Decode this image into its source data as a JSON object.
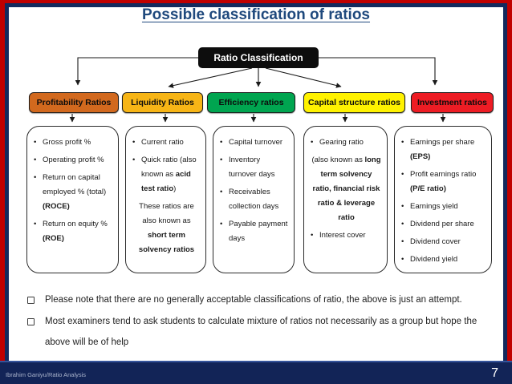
{
  "slide": {
    "title": "Possible classification of ratios",
    "root_node": "Ratio Classification",
    "categories": [
      {
        "label": "Profitability Ratios",
        "color": "#D2691E"
      },
      {
        "label": "Liquidity Ratios",
        "color": "#F7B516"
      },
      {
        "label": "Efficiency ratios",
        "color": "#00A550"
      },
      {
        "label": "Capital structure ratios",
        "color": "#FFF200"
      },
      {
        "label": "Investment ratios",
        "color": "#ED1C24"
      }
    ],
    "cards": [
      {
        "name": "profitability",
        "items": [
          {
            "bullet": true,
            "segments": [
              {
                "t": "Gross profit %"
              }
            ]
          },
          {
            "bullet": true,
            "segments": [
              {
                "t": "Operating profit %"
              }
            ]
          },
          {
            "bullet": true,
            "segments": [
              {
                "t": "Return on capital employed % (total) "
              },
              {
                "t": "(ROCE)",
                "b": true
              }
            ]
          },
          {
            "bullet": true,
            "segments": [
              {
                "t": "Return on equity % "
              },
              {
                "t": "(ROE)",
                "b": true
              }
            ]
          }
        ]
      },
      {
        "name": "liquidity",
        "items": [
          {
            "bullet": true,
            "segments": [
              {
                "t": "Current ratio"
              }
            ]
          },
          {
            "bullet": true,
            "segments": [
              {
                "t": "Quick ratio (also known as "
              },
              {
                "t": "acid test ratio",
                "b": true
              },
              {
                "t": ")"
              }
            ]
          },
          {
            "bullet": false,
            "align": "center",
            "segments": [
              {
                "t": "These ratios are also known as "
              },
              {
                "t": "short term solvency ratios",
                "b": true
              }
            ]
          }
        ]
      },
      {
        "name": "efficiency",
        "items": [
          {
            "bullet": true,
            "segments": [
              {
                "t": "Capital turnover"
              }
            ]
          },
          {
            "bullet": true,
            "segments": [
              {
                "t": "Inventory turnover days"
              }
            ]
          },
          {
            "bullet": true,
            "segments": [
              {
                "t": "Receivables collection days"
              }
            ]
          },
          {
            "bullet": true,
            "segments": [
              {
                "t": "Payable payment days"
              }
            ]
          }
        ]
      },
      {
        "name": "capital-structure",
        "items": [
          {
            "bullet": true,
            "segments": [
              {
                "t": "Gearing ratio"
              }
            ]
          },
          {
            "bullet": false,
            "align": "center",
            "segments": [
              {
                "t": "(also known as "
              },
              {
                "t": "long term solvency ratio, financial risk ratio & leverage ratio",
                "b": true
              }
            ]
          },
          {
            "bullet": true,
            "segments": [
              {
                "t": "Interest cover"
              }
            ]
          }
        ]
      },
      {
        "name": "investment",
        "items": [
          {
            "bullet": true,
            "segments": [
              {
                "t": "Earnings per share "
              },
              {
                "t": "(EPS)",
                "b": true
              }
            ]
          },
          {
            "bullet": true,
            "segments": [
              {
                "t": "Profit earnings ratio "
              },
              {
                "t": "(P/E ratio)",
                "b": true
              }
            ]
          },
          {
            "bullet": true,
            "segments": [
              {
                "t": "Earnings yield"
              }
            ]
          },
          {
            "bullet": true,
            "segments": [
              {
                "t": "Dividend per share"
              }
            ]
          },
          {
            "bullet": true,
            "segments": [
              {
                "t": "Dividend cover"
              }
            ]
          },
          {
            "bullet": true,
            "segments": [
              {
                "t": "Dividend yield"
              }
            ]
          }
        ]
      }
    ],
    "notes": [
      "Please note that there are no generally acceptable classifications of ratio, the above is just an attempt.",
      "Most examiners tend to ask students to calculate mixture of ratios not necessarily as a group but hope the above will be of help"
    ],
    "footer": {
      "left": "Ibrahim Ganiyu/Ratio Analysis",
      "page_number": "7"
    }
  },
  "colors": {
    "frame_red": "#C00000",
    "frame_navy": "#132A5E",
    "title_blue": "#1F497D",
    "root_box_black": "#0D0D0D",
    "footer_navy": "#122457"
  }
}
